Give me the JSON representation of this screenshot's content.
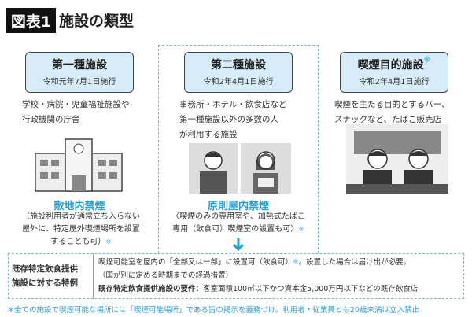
{
  "header": {
    "tag": "図表1",
    "title": "施設の類型"
  },
  "columns": [
    {
      "name": "第一種施設",
      "date": "令和元年7月1日施行",
      "desc": [
        "学校・病院・児童福祉施設や",
        "行政機関の庁舎"
      ],
      "rule": "敷地内禁煙",
      "note": [
        "（施設利用者が通常立ち入らない",
        "屋外に、特定屋外喫煙場所を設置",
        "することも可）"
      ],
      "note_mark": "※"
    },
    {
      "name": "第二種施設",
      "date": "令和2年4月1日施行",
      "desc": [
        "事務所・ホテル・飲食店など",
        "第一種施設以外の多数の人",
        "が利用する施設"
      ],
      "rule": "原則屋内禁煙",
      "note": [
        "〈喫煙のみの専用室や、加熱式たばこ",
        "専用（飲食可）喫煙室の設置も可〉"
      ],
      "note_mark": "※"
    },
    {
      "name": "喫煙目的施設",
      "name_mark": "※",
      "date": "令和2年4月1日施行",
      "desc": [
        "喫煙を主たる目的とするバー、",
        "スナックなど、たばこ販売店"
      ]
    }
  ],
  "exception": {
    "label": [
      "既存特定飲食提供",
      "施設に対する特例"
    ],
    "lines": [
      "喫煙可能室を屋内の「全部又は一部」に設置可（飲食可）",
      "。設置した場合は届け出が必要。",
      "（国が別に定める時期までの経過措置）",
      "既存特定飲食提供施設の要件：",
      "客室面積100㎡以下かつ資本金5,000万円以下などの既存飲食店"
    ],
    "mark": "※"
  },
  "footnote": "※全ての施設で喫煙可能な場所には「喫煙可能場所」である旨の掲示を義務づけ。利用者・従業員とも20歳未満は立入禁止",
  "colors": {
    "accent": "#2a9fd0",
    "card": "#d6ecf8"
  }
}
